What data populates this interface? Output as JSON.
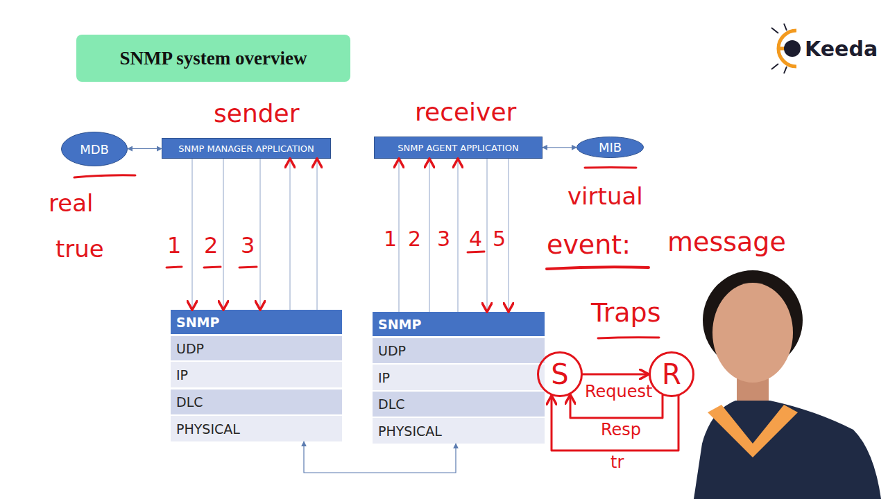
{
  "diagram": {
    "title": "SNMP system overview",
    "nodes": [
      {
        "text": [
          "MDB"
        ]
      },
      {
        "text": [
          "SNMP MANAGER APPLICATION"
        ]
      },
      {
        "text": [
          "SNMP AGENT APPLICATION"
        ]
      },
      {
        "text": [
          "MIB"
        ]
      },
      {
        "text": [
          "SNMP"
        ]
      },
      {
        "text": [
          "UDP"
        ]
      },
      {
        "text": [
          "IP"
        ]
      },
      {
        "text": [
          "DLC"
        ]
      },
      {
        "text": [
          "PHYSICAL"
        ]
      },
      {
        "text": [
          "SNMP"
        ]
      },
      {
        "text": [
          "UDP"
        ]
      },
      {
        "text": [
          "IP"
        ]
      },
      {
        "text": [
          "DLC"
        ]
      },
      {
        "text": [
          "PHYSICAL"
        ]
      },
      {
        "text": [
          "S"
        ]
      },
      {
        "text": [
          "R"
        ]
      }
    ],
    "edges": [
      {
        "from": 0,
        "to": 1,
        "arrow": "both"
      },
      {
        "from": 2,
        "to": 3,
        "arrow": "both"
      },
      {
        "from": 1,
        "to": 4,
        "arrow": "to"
      },
      {
        "from": 1,
        "to": 4,
        "arrow": "to"
      },
      {
        "from": 1,
        "to": 4,
        "arrow": "to"
      },
      {
        "from": 4,
        "to": 1,
        "arrow": "to"
      },
      {
        "from": 4,
        "to": 1,
        "arrow": "to"
      },
      {
        "from": 9,
        "to": 2,
        "arrow": "to"
      },
      {
        "from": 9,
        "to": 2,
        "arrow": "to"
      },
      {
        "from": 9,
        "to": 2,
        "arrow": "to"
      },
      {
        "from": 2,
        "to": 9,
        "arrow": "to"
      },
      {
        "from": 2,
        "to": 9,
        "arrow": "to"
      },
      {
        "from": 8,
        "to": 13,
        "arrow": "both"
      },
      {
        "from": 14,
        "to": 15,
        "label": "Request",
        "arrow": "to"
      },
      {
        "from": 15,
        "to": 14,
        "label": "Resp",
        "arrow": "to"
      },
      {
        "from": 15,
        "to": 14,
        "label": "tr",
        "arrow": "to"
      }
    ],
    "labels": [
      "sender",
      "receiver",
      "real",
      "true",
      "1",
      "2",
      "3",
      "1",
      "2",
      "3",
      "4",
      "5",
      "virtual",
      "event:",
      "message",
      "Traps",
      "Keeda"
    ]
  }
}
